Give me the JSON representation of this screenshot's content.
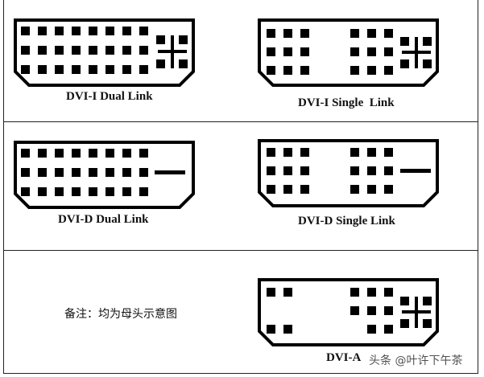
{
  "labels": {
    "dvi_i_dual": "DVI-I Dual Link",
    "dvi_i_single": "DVI-I Single  Link",
    "dvi_d_dual": "DVI-D Dual Link",
    "dvi_d_single": "DVI-D Single Link",
    "dvi_a": "DVI-A"
  },
  "note": "备注：均为母头示意图",
  "watermark": "头条 @叶许下午茶",
  "colors": {
    "pin": "#000000",
    "outline": "#000000",
    "divider": "#222222",
    "background": "#ffffff"
  }
}
